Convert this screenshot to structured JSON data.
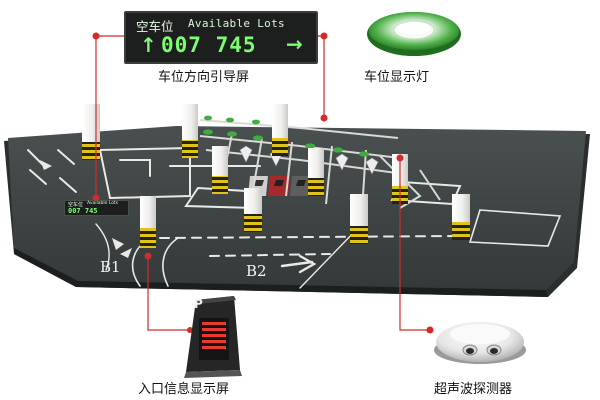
{
  "guide_sign": {
    "label_cn": "空车位",
    "label_en": "Available Lots",
    "arrow_left": "↑",
    "count_text": "007 745",
    "arrow_right": "→",
    "caption": "车位方向引导屏"
  },
  "lamp": {
    "caption": "车位显示灯"
  },
  "entry_display": {
    "caption": "入口信息显示屏",
    "letter": "P"
  },
  "sensor": {
    "caption": "超声波探测器"
  },
  "floors": {
    "b1": "B1",
    "b2": "B2"
  },
  "colors": {
    "led_green": "#7dfc72",
    "callout_red": "#d22b2b",
    "floor_asphalt": "#3e4344",
    "pillar_white": "#f4f4f2",
    "stripe_yellow": "#e0c21a"
  }
}
